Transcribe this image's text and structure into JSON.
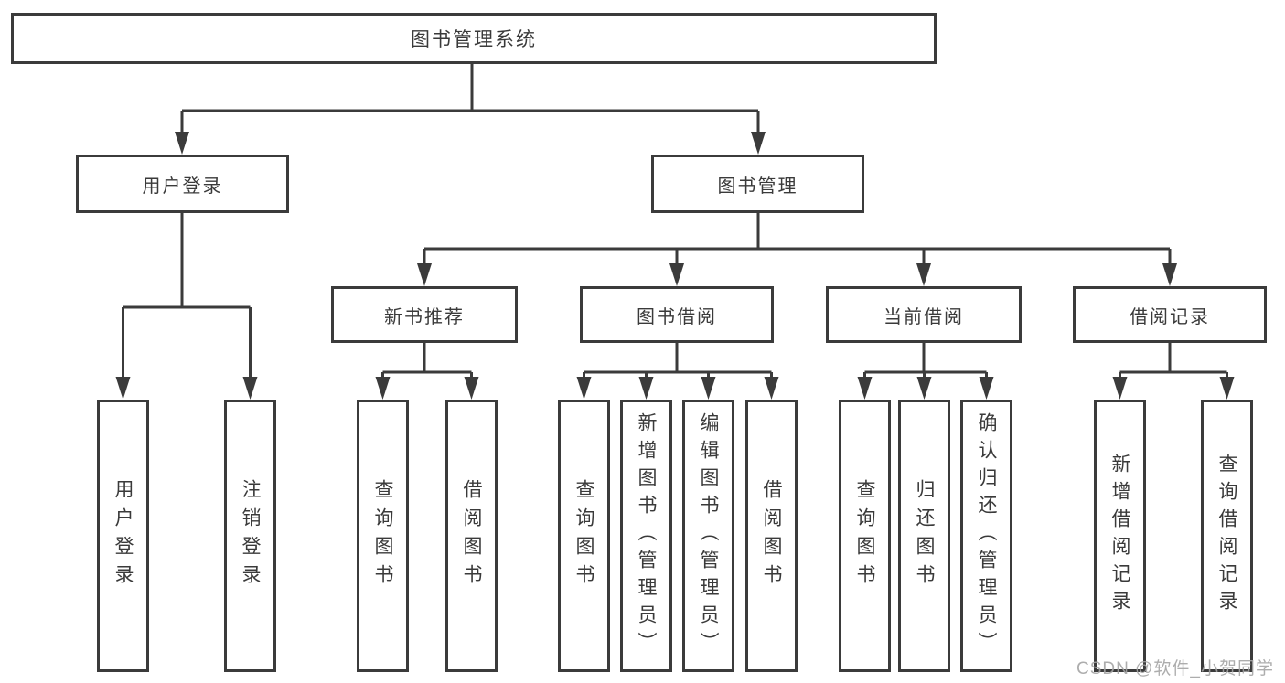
{
  "diagram_title": "图书管理系统",
  "nodes": {
    "root": "图书管理系统",
    "user_login": "用户登录",
    "book_mgmt": "图书管理",
    "new_book_rec": "新书推荐",
    "book_borrow": "图书借阅",
    "current_borrow": "当前借阅",
    "borrow_records": "借阅记录",
    "leaf_user_login": "用户登录",
    "leaf_logout": "注销登录",
    "leaf_query_book_newbook": "查询图书",
    "leaf_borrow_book_newbook": "借阅图书",
    "leaf_query_book_borrow": "查询图书",
    "leaf_add_book_admin": "新增图书（管理员）",
    "leaf_edit_book_admin": "编辑图书（管理员）",
    "leaf_borrow_book_borrow": "借阅图书",
    "leaf_query_book_current": "查询图书",
    "leaf_return_book": "归还图书",
    "leaf_confirm_return_admin": "确认归还（管理员）",
    "leaf_add_borrow_record": "新增借阅记录",
    "leaf_query_borrow_record": "查询借阅记录"
  },
  "hierarchy": {
    "root": "图书管理系统",
    "children": [
      {
        "label": "用户登录",
        "children": [
          "用户登录",
          "注销登录"
        ]
      },
      {
        "label": "图书管理",
        "children": [
          {
            "label": "新书推荐",
            "children": [
              "查询图书",
              "借阅图书"
            ]
          },
          {
            "label": "图书借阅",
            "children": [
              "查询图书",
              "新增图书（管理员）",
              "编辑图书（管理员）",
              "借阅图书"
            ]
          },
          {
            "label": "当前借阅",
            "children": [
              "查询图书",
              "归还图书",
              "确认归还（管理员）"
            ]
          },
          {
            "label": "借阅记录",
            "children": [
              "新增借阅记录",
              "查询借阅记录"
            ]
          }
        ]
      }
    ]
  },
  "watermark": {
    "text": "CSDN @软件_小贺同学"
  },
  "colors": {
    "line": "#3b3b3b",
    "text": "#3a3a3a",
    "box_background": "#ffffff",
    "page_background": "#ffffff",
    "watermark": "#a4a4a4"
  }
}
